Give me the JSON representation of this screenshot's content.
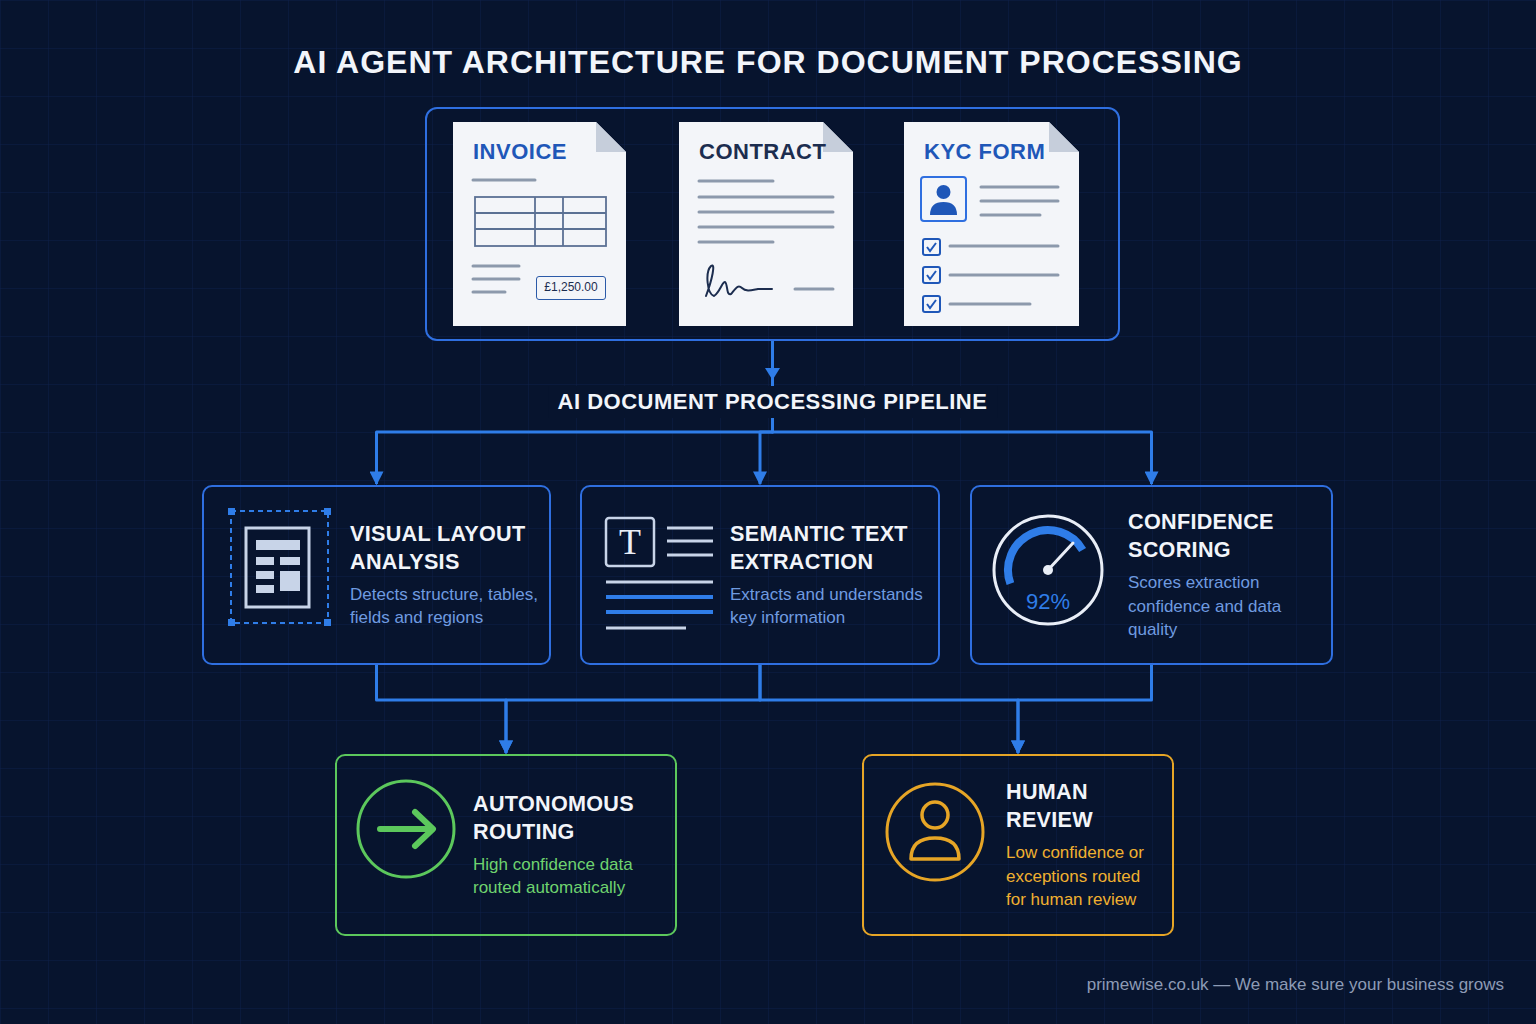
{
  "diagram": {
    "title": "AI AGENT ARCHITECTURE FOR DOCUMENT PROCESSING",
    "nodes": [
      {
        "text": []
      },
      {
        "text": [
          "INVOICE",
          "£1,250.00"
        ],
        "in": 0
      },
      {
        "text": [
          "CONTRACT"
        ],
        "in": 0
      },
      {
        "text": [
          "KYC FORM"
        ],
        "in": 0
      },
      {
        "text": [
          "VISUAL LAYOUT ANALYSIS",
          "Detects structure, tables, fields and regions"
        ]
      },
      {
        "text": [
          "SEMANTIC TEXT EXTRACTION",
          "Extracts and understands key information"
        ]
      },
      {
        "text": [
          "CONFIDENCE SCORING",
          "Scores extraction confidence and data quality"
        ]
      },
      {
        "text": [
          "AUTONOMOUS ROUTING",
          "High confidence data routed automatically"
        ]
      },
      {
        "text": [
          "HUMAN REVIEW",
          "Low confidence or exceptions routed for human review"
        ]
      }
    ],
    "edges": [
      {
        "from": 0,
        "to": 4,
        "arrow": "to"
      },
      {
        "from": 0,
        "to": 5,
        "arrow": "to"
      },
      {
        "from": 0,
        "to": 6,
        "arrow": "to"
      },
      {
        "from": 4,
        "to": 7,
        "arrow": "to"
      },
      {
        "from": 5,
        "to": 7,
        "arrow": "to"
      },
      {
        "from": 5,
        "to": 8,
        "arrow": "to"
      },
      {
        "from": 6,
        "to": 8,
        "arrow": "to"
      }
    ],
    "labels": [
      "AI DOCUMENT PROCESSING PIPELINE",
      "T",
      "92%",
      "primewise.co.uk — We make sure your business grows"
    ]
  }
}
